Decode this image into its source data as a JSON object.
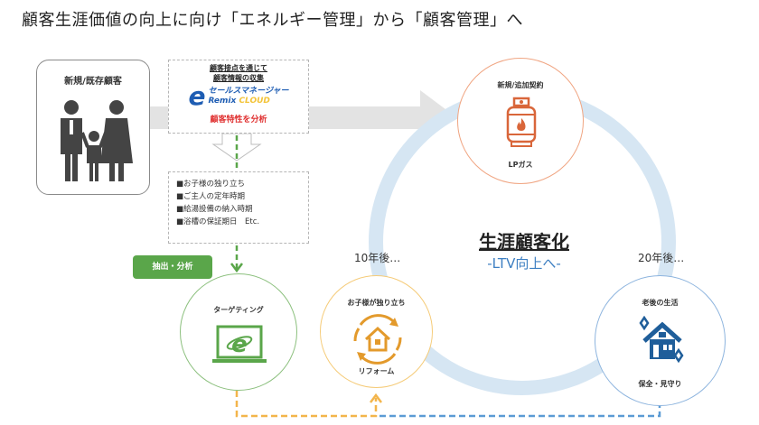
{
  "title": "顧客生涯価値の向上に向け「エネルギー管理」から「顧客管理」へ",
  "customer_card": {
    "label": "新規/既存顧客",
    "icon": "family-icon"
  },
  "collection_box": {
    "heading_line1": "顧客接点を通じて",
    "heading_line2": "顧客情報の収集",
    "brand_e": "e",
    "brand_line1": "セールスマネージャー",
    "brand_line2": "Remix",
    "brand_line3": "CLOUD",
    "analysis": "顧客特性を分析"
  },
  "attributes_box": {
    "items": [
      "■お子様の独り立ち",
      "■ご主人の定年時期",
      "■給湯設備の納入時期",
      "■浴槽の保証期日　Etc."
    ]
  },
  "extract_button": {
    "label": "抽出・分析",
    "color": "#5aa64a"
  },
  "stages": {
    "targeting": {
      "label": "ターゲティング",
      "icon": "laptop-ie-icon",
      "color": "#5aa64a"
    },
    "lpg": {
      "top_label": "新規/追加契約",
      "bottom_label": "LPガス",
      "icon": "gas-cylinder-icon",
      "color": "#d9663a"
    },
    "reform": {
      "top_label": "お子様が独り立ち",
      "bottom_label": "リフォーム",
      "icon": "house-cycle-icon",
      "color": "#e39a2c",
      "time": "10年後…"
    },
    "senior": {
      "top_label": "老後の生活",
      "bottom_label": "保全・見守り",
      "icon": "house-sparkle-icon",
      "color": "#1f5e9a",
      "time": "20年後…"
    }
  },
  "center": {
    "title": "生涯顧客化",
    "subtitle": "-LTV向上へ-"
  },
  "colors": {
    "ring": "#d6e6f3",
    "band": "#e3e3e3",
    "dash_orange": "#f3b54b",
    "dash_blue": "#5b9bd5",
    "dash_green": "#5aa64a"
  }
}
